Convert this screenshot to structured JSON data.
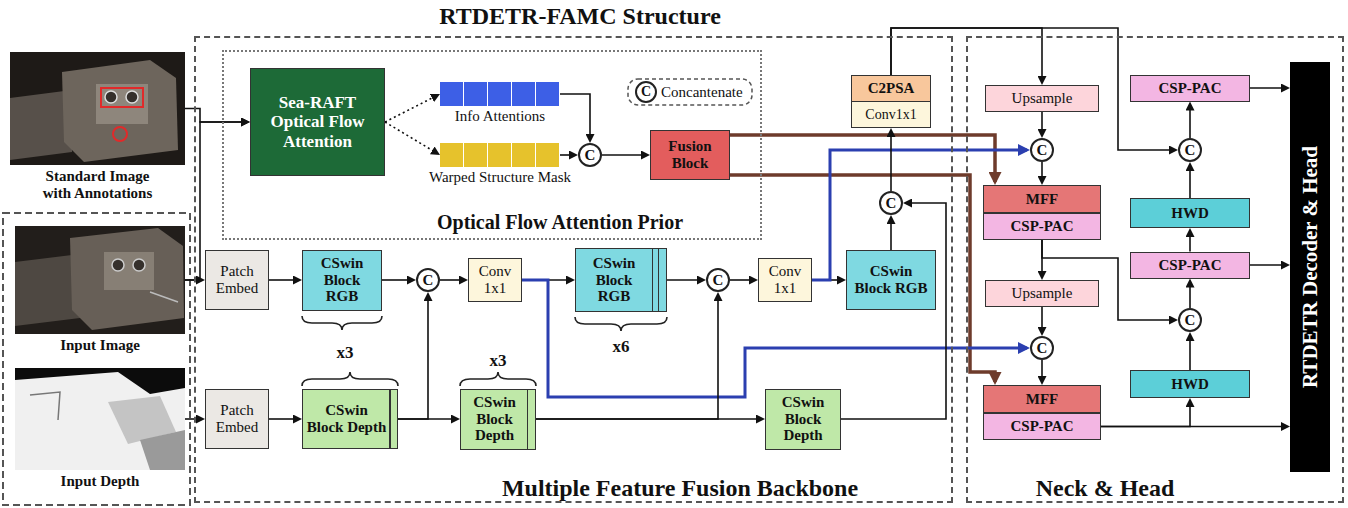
{
  "diagram": {
    "title": "RTDETR-FAMC Structure",
    "nodes": [
      {
        "text": [
          "Standard Image with Annotations"
        ]
      },
      {
        "text": [
          "Input Image"
        ]
      },
      {
        "text": [
          "Input Depth"
        ]
      },
      {
        "text": [
          "Multiple Feature Fusion Backbone"
        ]
      },
      {
        "text": [
          "Optical Flow Attention Prior"
        ],
        "in": 3
      },
      {
        "text": [
          "Sea-RAFT Optical Flow Attention"
        ],
        "in": 4
      },
      {
        "text": [
          "Info Attentions"
        ],
        "in": 4
      },
      {
        "text": [
          "Warped Structure Mask"
        ],
        "in": 4
      },
      {
        "text": [
          "C"
        ],
        "in": 4
      },
      {
        "text": [
          "Fusion Block"
        ],
        "in": 4
      },
      {
        "text": [
          "Patch Embed"
        ],
        "in": 3
      },
      {
        "text": [
          "Patch Embed"
        ],
        "in": 3
      },
      {
        "text": [
          "CSwin Block RGB"
        ],
        "in": 3
      },
      {
        "text": [
          "CSwin Block Depth"
        ],
        "in": 3
      },
      {
        "text": [
          "C"
        ],
        "in": 3
      },
      {
        "text": [
          "Conv 1x1"
        ],
        "in": 3
      },
      {
        "text": [
          "CSwin Block RGB"
        ],
        "in": 3
      },
      {
        "text": [
          "CSwin Block Depth"
        ],
        "in": 3
      },
      {
        "text": [
          "C"
        ],
        "in": 3
      },
      {
        "text": [
          "Conv 1x1"
        ],
        "in": 3
      },
      {
        "text": [
          "CSwin Block RGB"
        ],
        "in": 3
      },
      {
        "text": [
          "CSwin Block Depth"
        ],
        "in": 3
      },
      {
        "text": [
          "C"
        ],
        "in": 3
      },
      {
        "text": [
          "C2PSA",
          "Conv1x1"
        ],
        "in": 3
      },
      {
        "text": [
          "Neck & Head"
        ]
      },
      {
        "text": [
          "Upsample"
        ],
        "in": 24
      },
      {
        "text": [
          "C"
        ],
        "in": 24
      },
      {
        "text": [
          "MFF"
        ],
        "in": 24
      },
      {
        "text": [
          "CSP-PAC"
        ],
        "in": 24
      },
      {
        "text": [
          "Upsample"
        ],
        "in": 24
      },
      {
        "text": [
          "C"
        ],
        "in": 24
      },
      {
        "text": [
          "MFF"
        ],
        "in": 24
      },
      {
        "text": [
          "CSP-PAC"
        ],
        "in": 24
      },
      {
        "text": [
          "CSP-PAC"
        ],
        "in": 24
      },
      {
        "text": [
          "C"
        ],
        "in": 24
      },
      {
        "text": [
          "HWD"
        ],
        "in": 24
      },
      {
        "text": [
          "CSP-PAC"
        ],
        "in": 24
      },
      {
        "text": [
          "C"
        ],
        "in": 24
      },
      {
        "text": [
          "HWD"
        ],
        "in": 24
      },
      {
        "text": [
          "RTDETR Decoder & Head"
        ],
        "in": 24
      }
    ],
    "edges": [
      {
        "from": 0,
        "to": 5,
        "arrow": "to"
      },
      {
        "from": 1,
        "to": 5,
        "arrow": "to"
      },
      {
        "from": 1,
        "to": 10,
        "arrow": "to"
      },
      {
        "from": 2,
        "to": 11,
        "arrow": "to"
      },
      {
        "from": 5,
        "to": 6,
        "arrow": "to"
      },
      {
        "from": 5,
        "to": 7,
        "arrow": "to"
      },
      {
        "from": 6,
        "to": 8,
        "arrow": "to"
      },
      {
        "from": 7,
        "to": 8,
        "arrow": "to"
      },
      {
        "from": 8,
        "to": 9,
        "arrow": "to"
      },
      {
        "from": 9,
        "to": 27,
        "arrow": "to"
      },
      {
        "from": 9,
        "to": 31,
        "arrow": "to"
      },
      {
        "from": 10,
        "to": 12,
        "arrow": "to"
      },
      {
        "from": 11,
        "to": 13,
        "arrow": "to"
      },
      {
        "from": 12,
        "to": 14,
        "arrow": "to"
      },
      {
        "from": 13,
        "to": 14,
        "arrow": "to"
      },
      {
        "from": 13,
        "to": 17,
        "arrow": "to"
      },
      {
        "from": 14,
        "to": 15,
        "arrow": "to"
      },
      {
        "from": 15,
        "to": 16,
        "arrow": "to"
      },
      {
        "from": 15,
        "to": 30,
        "arrow": "to"
      },
      {
        "from": 16,
        "to": 18,
        "arrow": "to"
      },
      {
        "from": 17,
        "to": 18,
        "arrow": "to"
      },
      {
        "from": 17,
        "to": 21,
        "arrow": "to"
      },
      {
        "from": 18,
        "to": 19,
        "arrow": "to"
      },
      {
        "from": 19,
        "to": 20,
        "arrow": "to"
      },
      {
        "from": 19,
        "to": 26,
        "arrow": "to"
      },
      {
        "from": 20,
        "to": 22,
        "arrow": "to"
      },
      {
        "from": 21,
        "to": 22,
        "arrow": "to"
      },
      {
        "from": 22,
        "to": 23,
        "arrow": "to"
      },
      {
        "from": 23,
        "to": 25,
        "arrow": "to"
      },
      {
        "from": 23,
        "to": 34,
        "arrow": "to"
      },
      {
        "from": 25,
        "to": 26,
        "arrow": "to"
      },
      {
        "from": 26,
        "to": 27,
        "arrow": "to"
      },
      {
        "from": 28,
        "to": 29,
        "arrow": "to"
      },
      {
        "from": 28,
        "to": 37,
        "arrow": "to"
      },
      {
        "from": 29,
        "to": 30,
        "arrow": "to"
      },
      {
        "from": 30,
        "to": 31,
        "arrow": "to"
      },
      {
        "from": 32,
        "to": 38,
        "arrow": "to"
      },
      {
        "from": 32,
        "to": 39,
        "arrow": "to"
      },
      {
        "from": 38,
        "to": 37,
        "arrow": "to"
      },
      {
        "from": 37,
        "to": 36,
        "arrow": "to"
      },
      {
        "from": 36,
        "to": 35,
        "arrow": "to"
      },
      {
        "from": 36,
        "to": 39,
        "arrow": "to"
      },
      {
        "from": 35,
        "to": 34,
        "arrow": "to"
      },
      {
        "from": 34,
        "to": 33,
        "arrow": "to"
      },
      {
        "from": 33,
        "to": 39,
        "arrow": "to"
      }
    ],
    "labels": [
      "x3",
      "x3",
      "x6",
      "C"
    ],
    "legend": [
      {
        "text": "Concantenate"
      }
    ]
  }
}
